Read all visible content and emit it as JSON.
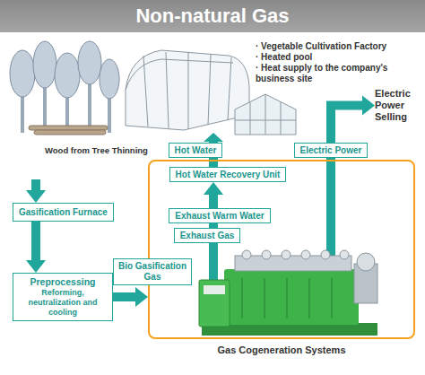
{
  "diagram": {
    "title": "Non-natural Gas",
    "nodes": [
      {
        "text": [
          "Wood from Tree Thinning"
        ]
      },
      {
        "text": [
          "· Vegetable Cultivation Factory",
          "· Heated pool",
          "· Heat supply to the company's business site"
        ]
      },
      {
        "text": [
          "Electric Power Selling"
        ]
      },
      {
        "text": [
          "Hot Water"
        ]
      },
      {
        "text": [
          "Electric Power"
        ]
      },
      {
        "text": [
          "Gas Cogeneration Systems"
        ]
      },
      {
        "text": [
          "Hot Water Recovery Unit"
        ],
        "in": 5
      },
      {
        "text": [
          "Exhaust Warm Water"
        ],
        "in": 5
      },
      {
        "text": [
          "Exhaust Gas"
        ],
        "in": 5
      },
      {
        "text": [
          "Gasification Furnace"
        ]
      },
      {
        "text": [
          "Preprocessing",
          "Reforming, neutralization and cooling"
        ]
      }
    ],
    "edges": [
      {
        "from": 0,
        "to": 9,
        "arrow": "to"
      },
      {
        "from": 9,
        "to": 10,
        "arrow": "to"
      },
      {
        "from": 10,
        "to": 5,
        "label": "Bio Gasification Gas",
        "arrow": "to"
      },
      {
        "from": 8,
        "to": 7,
        "arrow": "none"
      },
      {
        "from": 7,
        "to": 6,
        "arrow": "to"
      },
      {
        "from": 6,
        "to": 3,
        "arrow": "none"
      },
      {
        "from": 3,
        "to": 1,
        "arrow": "to"
      },
      {
        "from": 4,
        "to": 2,
        "arrow": "to"
      }
    ]
  }
}
